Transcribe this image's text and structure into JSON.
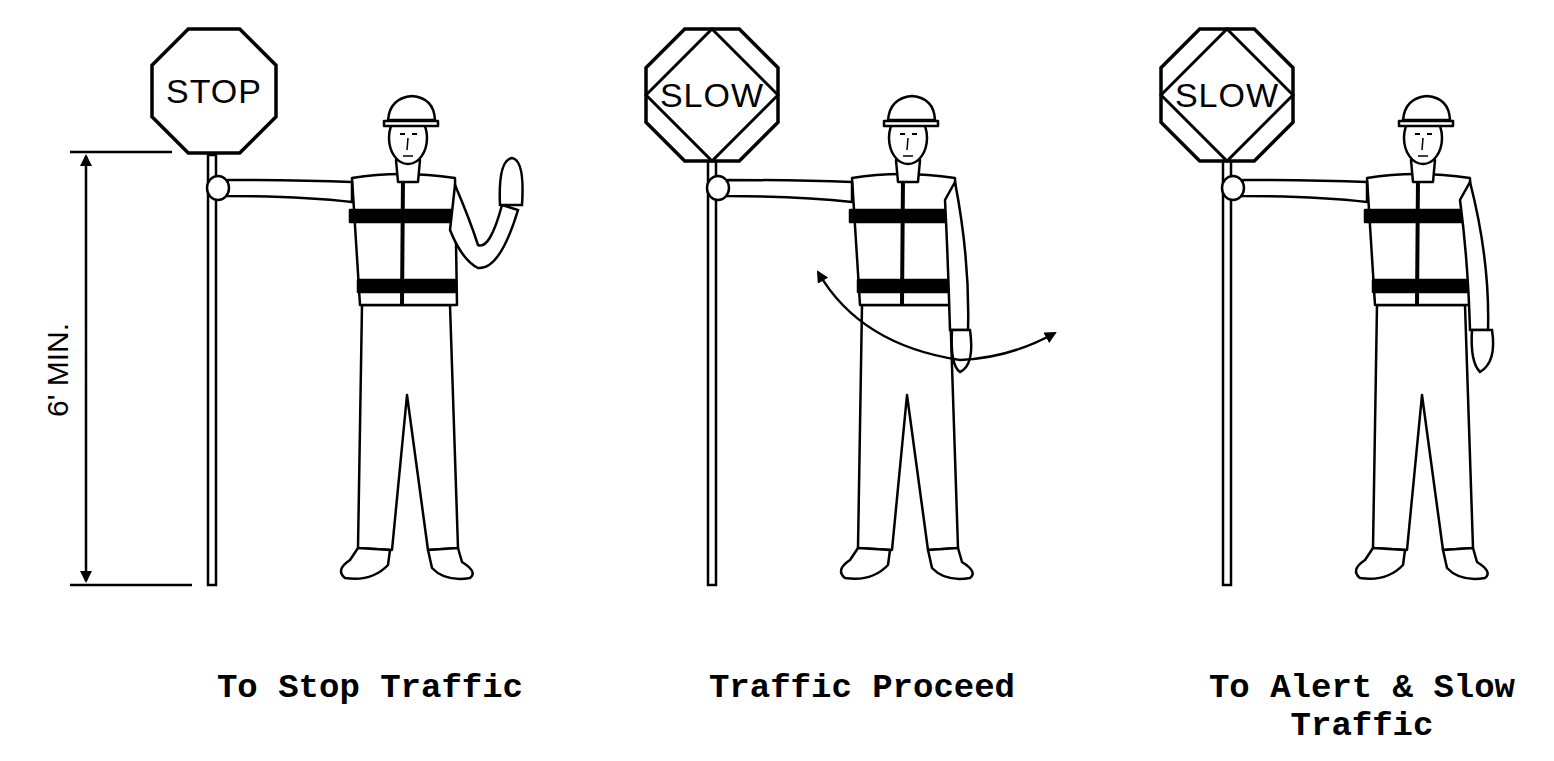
{
  "diagram": {
    "nodes": [
      {
        "text": [
          "STOP"
        ]
      },
      {
        "text": [
          "SLOW"
        ]
      },
      {
        "text": [
          "SLOW"
        ]
      }
    ],
    "labels": [
      "6' MIN.",
      "To Stop Traffic",
      "Traffic Proceed",
      "To Alert & Slow Traffic"
    ]
  }
}
